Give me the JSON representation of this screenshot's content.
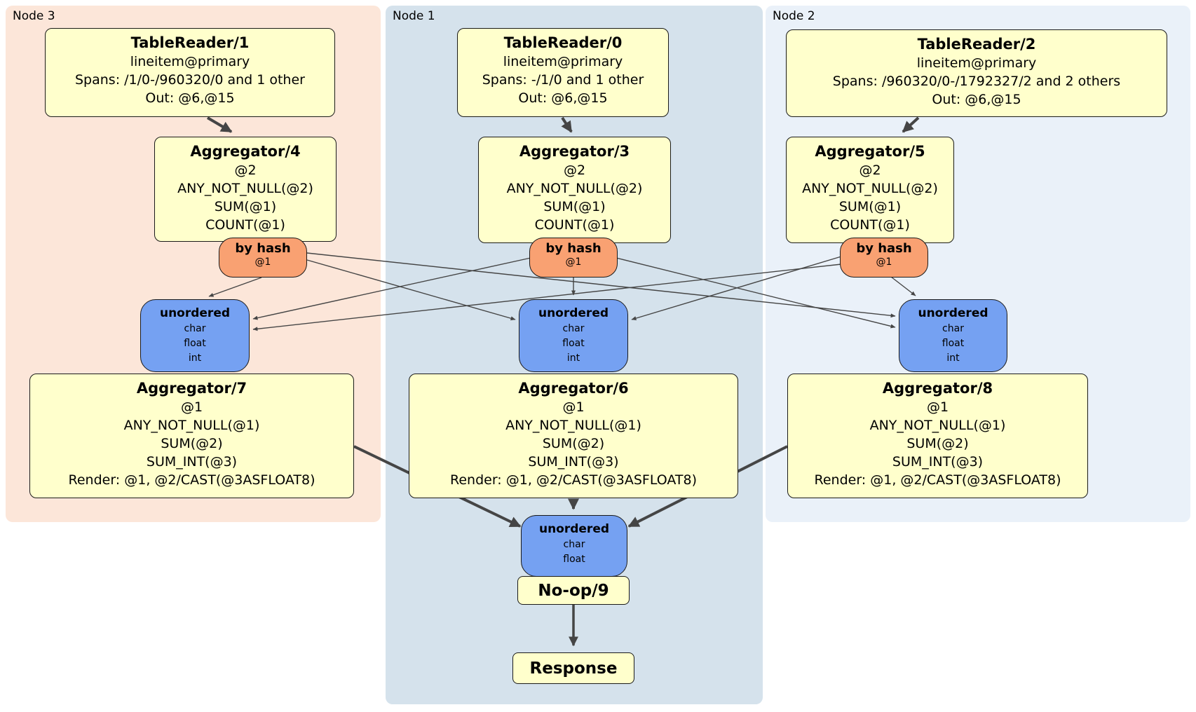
{
  "regions": [
    {
      "label": "Node 3"
    },
    {
      "label": "Node 1"
    },
    {
      "label": "Node 2"
    }
  ],
  "processors": {
    "tr1": {
      "title": "TableReader/1",
      "rows": [
        "lineitem@primary",
        "Spans: /1/0-/960320/0 and 1 other",
        "Out: @6,@15"
      ]
    },
    "tr0": {
      "title": "TableReader/0",
      "rows": [
        "lineitem@primary",
        "Spans: -/1/0 and 1 other",
        "Out: @6,@15"
      ]
    },
    "tr2": {
      "title": "TableReader/2",
      "rows": [
        "lineitem@primary",
        "Spans: /960320/0-/1792327/2 and 2 others",
        "Out: @6,@15"
      ]
    },
    "agg4": {
      "title": "Aggregator/4",
      "rows": [
        "@2",
        "ANY_NOT_NULL(@2)",
        "SUM(@1)",
        "COUNT(@1)"
      ]
    },
    "agg3": {
      "title": "Aggregator/3",
      "rows": [
        "@2",
        "ANY_NOT_NULL(@2)",
        "SUM(@1)",
        "COUNT(@1)"
      ]
    },
    "agg5": {
      "title": "Aggregator/5",
      "rows": [
        "@2",
        "ANY_NOT_NULL(@2)",
        "SUM(@1)",
        "COUNT(@1)"
      ]
    },
    "agg7": {
      "title": "Aggregator/7",
      "rows": [
        "@1",
        "ANY_NOT_NULL(@1)",
        "SUM(@2)",
        "SUM_INT(@3)",
        "Render: @1, @2/CAST(@3ASFLOAT8)"
      ]
    },
    "agg6": {
      "title": "Aggregator/6",
      "rows": [
        "@1",
        "ANY_NOT_NULL(@1)",
        "SUM(@2)",
        "SUM_INT(@3)",
        "Render: @1, @2/CAST(@3ASFLOAT8)"
      ]
    },
    "agg8": {
      "title": "Aggregator/8",
      "rows": [
        "@1",
        "ANY_NOT_NULL(@1)",
        "SUM(@2)",
        "SUM_INT(@3)",
        "Render: @1, @2/CAST(@3ASFLOAT8)"
      ]
    },
    "noop": {
      "title": "No-op/9"
    },
    "response": {
      "title": "Response"
    }
  },
  "routers": {
    "r3": {
      "title": "by hash",
      "rows": [
        "@1"
      ]
    },
    "r1": {
      "title": "by hash",
      "rows": [
        "@1"
      ]
    },
    "r2": {
      "title": "by hash",
      "rows": [
        "@1"
      ]
    }
  },
  "syncs": {
    "s3": {
      "title": "unordered",
      "rows": [
        "char",
        "float",
        "int"
      ]
    },
    "s1": {
      "title": "unordered",
      "rows": [
        "char",
        "float",
        "int"
      ]
    },
    "s2": {
      "title": "unordered",
      "rows": [
        "char",
        "float",
        "int"
      ]
    },
    "sfinal": {
      "title": "unordered",
      "rows": [
        "char",
        "float"
      ]
    }
  },
  "colors": {
    "region-node3": "#fce6d9",
    "region-node1": "#d5e2ec",
    "region-node2": "#eaf1f9",
    "processor-fill": "#ffffcc",
    "router-fill": "#f9a172",
    "sync-fill": "#75a1f2",
    "edge": "#454545",
    "border": "#1a1a1a"
  }
}
